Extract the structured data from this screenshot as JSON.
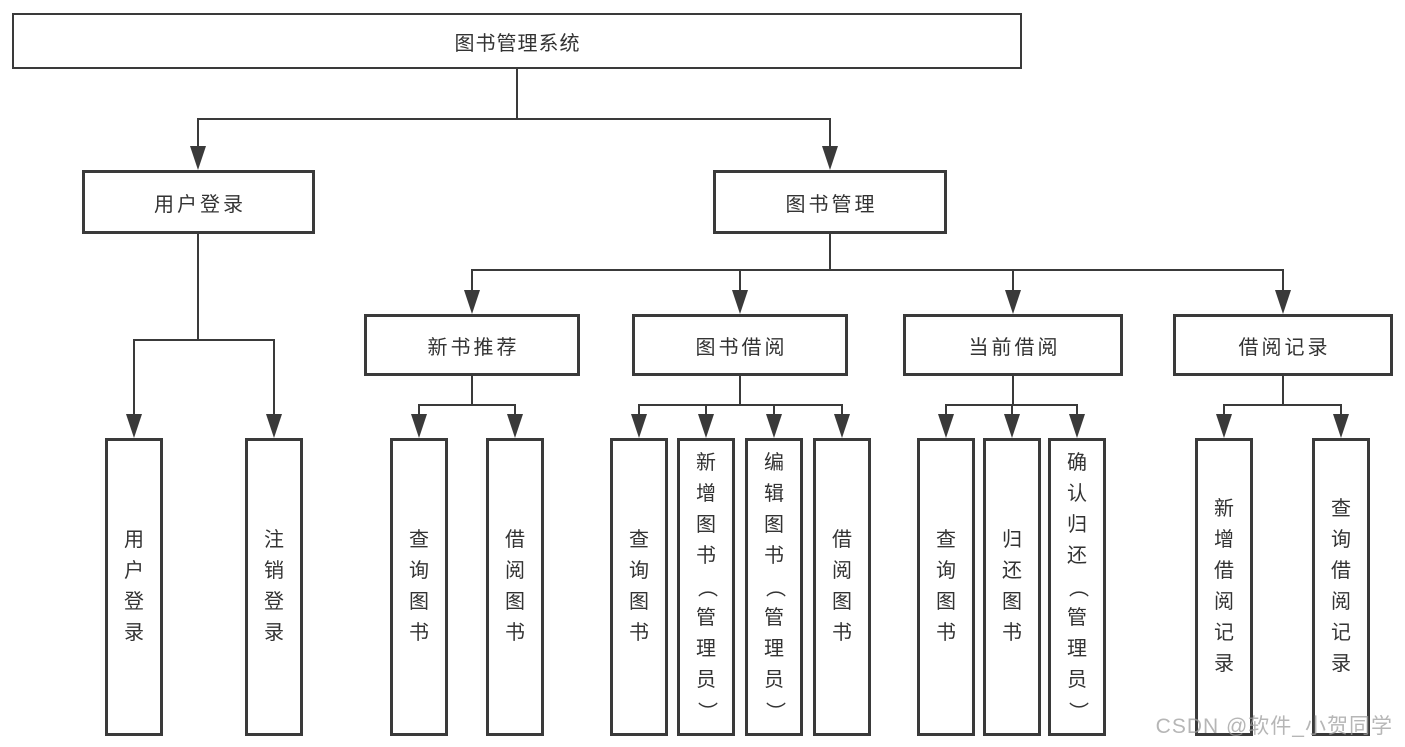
{
  "tree": {
    "root": {
      "label": "图书管理系统"
    },
    "children": [
      {
        "label": "用户登录",
        "children": [
          {
            "label": "用户登录"
          },
          {
            "label": "注销登录"
          }
        ]
      },
      {
        "label": "图书管理",
        "children": [
          {
            "label": "新书推荐",
            "children": [
              {
                "label": "查询图书"
              },
              {
                "label": "借阅图书"
              }
            ]
          },
          {
            "label": "图书借阅",
            "children": [
              {
                "label": "查询图书"
              },
              {
                "label": "新增图书（管理员）"
              },
              {
                "label": "编辑图书（管理员）"
              },
              {
                "label": "借阅图书"
              }
            ]
          },
          {
            "label": "当前借阅",
            "children": [
              {
                "label": "查询图书"
              },
              {
                "label": "归还图书"
              },
              {
                "label": "确认归还（管理员）"
              }
            ]
          },
          {
            "label": "借阅记录",
            "children": [
              {
                "label": "新增借阅记录"
              },
              {
                "label": "查询借阅记录"
              }
            ]
          }
        ]
      }
    ]
  },
  "watermark": {
    "text": "CSDN @软件_小贺同学"
  },
  "colors": {
    "line": "#3a3a3a",
    "box_border": "#3a3a3a",
    "text": "#333333",
    "background": "#ffffff",
    "watermark": "#9e9e9e"
  }
}
